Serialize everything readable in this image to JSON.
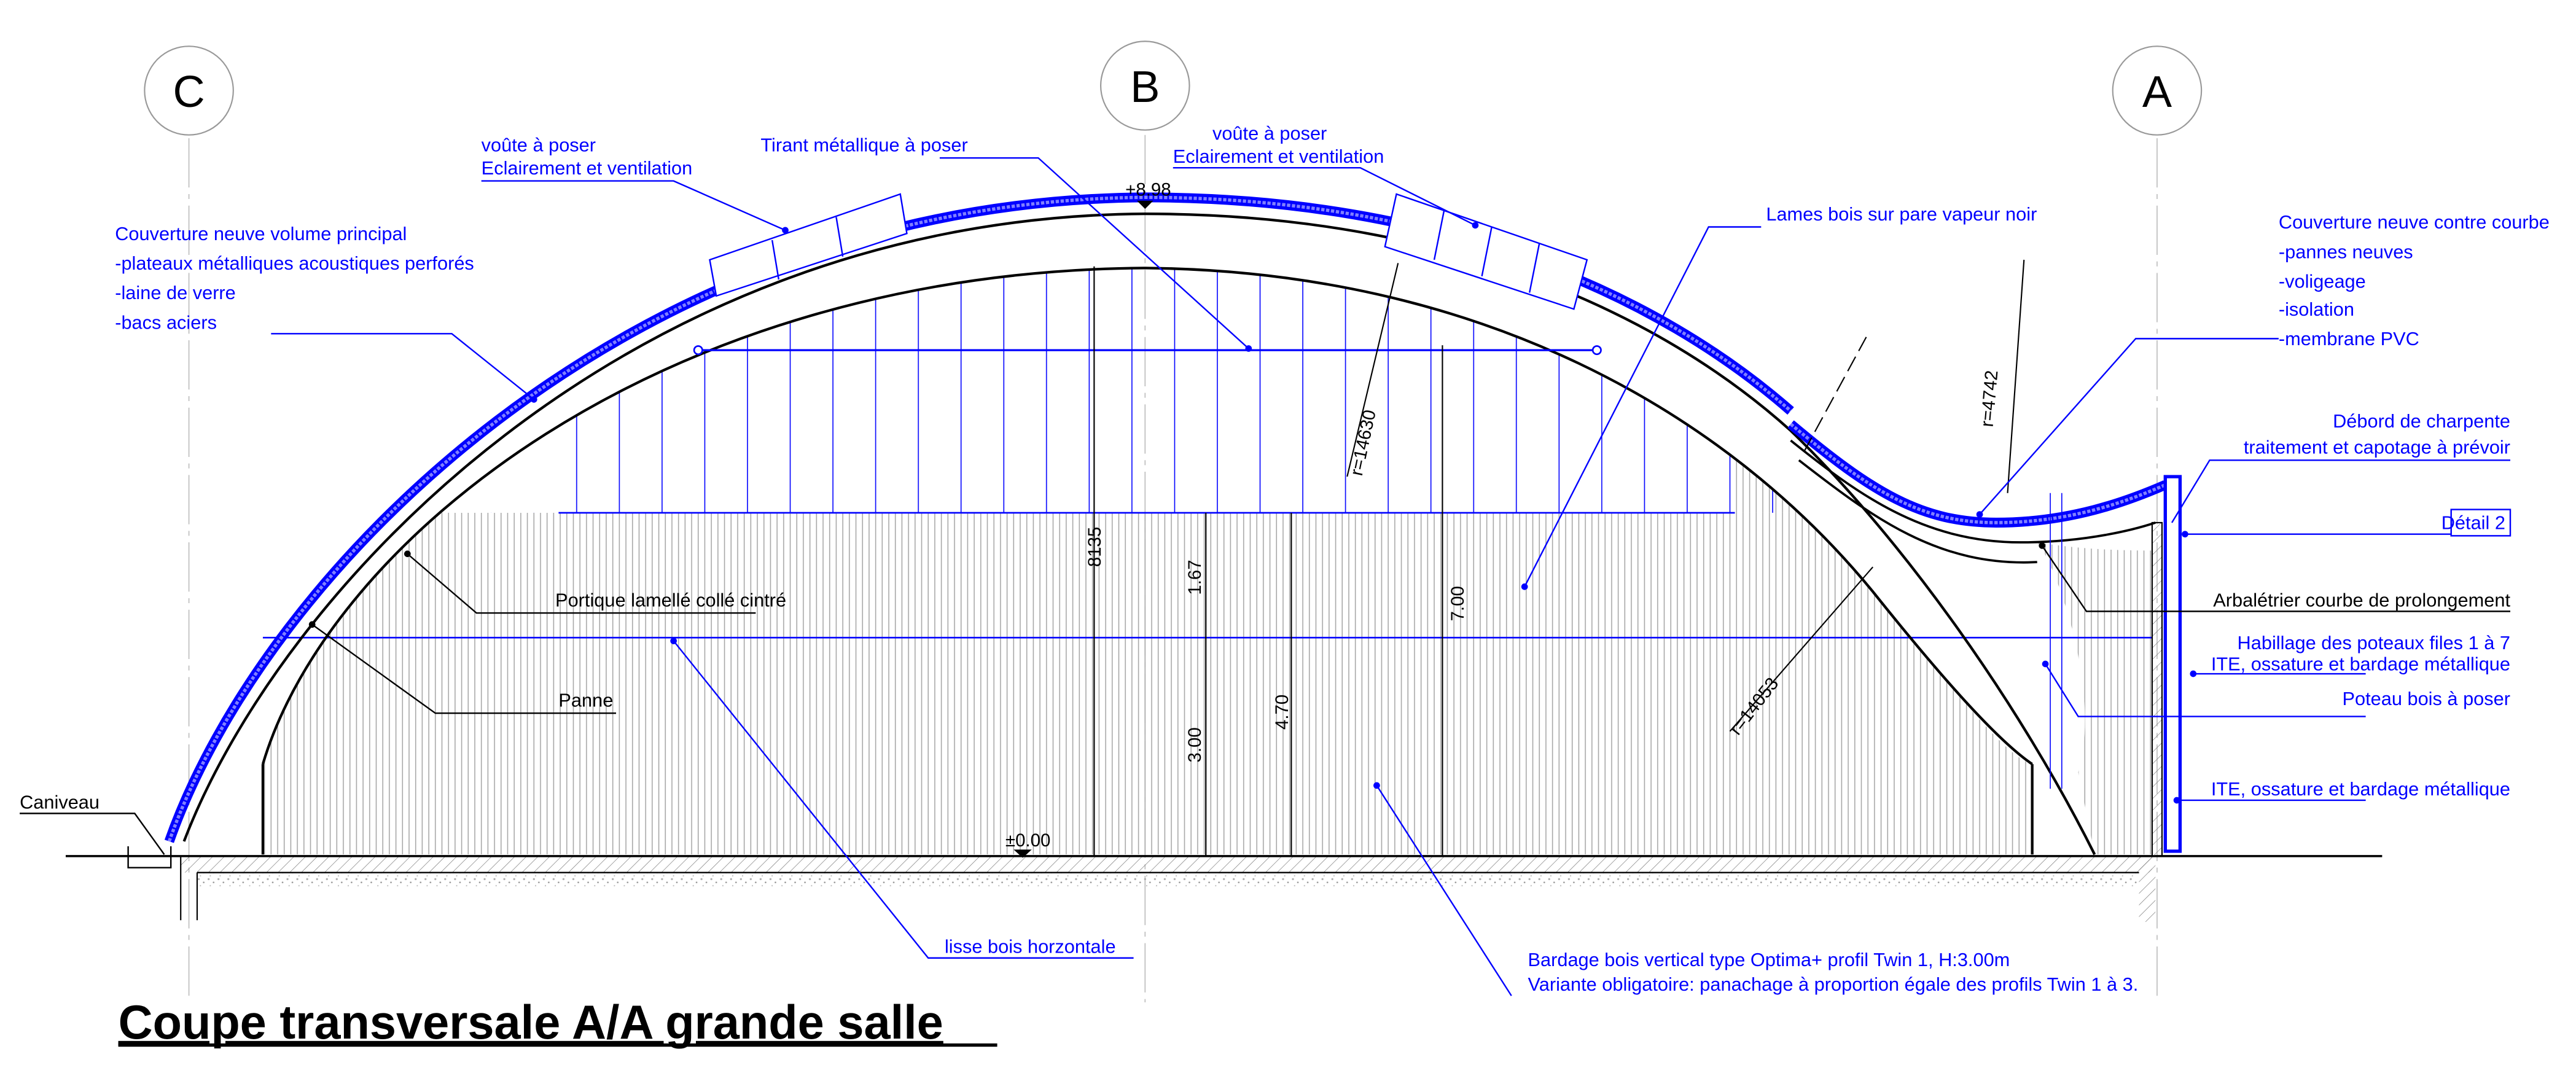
{
  "drawing": {
    "title": "Coupe transversale A/A grande salle",
    "axes": [
      {
        "letter": "C"
      },
      {
        "letter": "B"
      },
      {
        "letter": "A"
      }
    ],
    "levels": {
      "top": "+8.98",
      "ground": "±0.00"
    },
    "dimensions": {
      "d8135": "8135",
      "d167": "1.67",
      "d300": "3.00",
      "d470": "4.70",
      "d700": "7.00",
      "r14630": "r=14630",
      "r4742": "r=4742",
      "r14053": "r=14053"
    },
    "labels": {
      "voute1_l1": "voûte à poser",
      "voute1_l2": "Eclairement et ventilation",
      "tirant": "Tirant métallique à poser",
      "voute2_l1": "voûte à poser",
      "voute2_l2": "Eclairement et ventilation",
      "couv_main": [
        "Couverture neuve volume principal",
        "-plateaux métalliques acoustiques perforés",
        "-laine de verre",
        "-bacs aciers"
      ],
      "lames": "Lames bois sur pare vapeur noir",
      "couv_contre": [
        "Couverture neuve contre courbe",
        "-pannes neuves",
        "-voligeage",
        "-isolation",
        "-membrane PVC"
      ],
      "debord_l1": "Débord de charpente",
      "debord_l2": "traitement et capotage à prévoir",
      "detail": "Détail 2",
      "arbaletrier": "Arbalétrier courbe de prolongement",
      "portique": "Portique lamellé collé cintré",
      "panne": "Panne",
      "habillage_l1": "Habillage des poteaux files 1 à 7",
      "habillage_l2": "ITE, ossature et bardage métallique",
      "poteau": "Poteau bois à poser",
      "ite": "ITE, ossature et bardage métallique",
      "caniveau": "Caniveau",
      "lisse": "lisse bois horzontale",
      "bardage_l1": "Bardage bois vertical type Optima+ profil Twin 1, H:3.00m",
      "bardage_l2": "Variante obligatoire: panachage à proportion égale des profils Twin 1 à 3."
    },
    "colors": {
      "annotation": "#0000ff",
      "structure": "#000000",
      "cladding": "#a0a0a0"
    }
  }
}
